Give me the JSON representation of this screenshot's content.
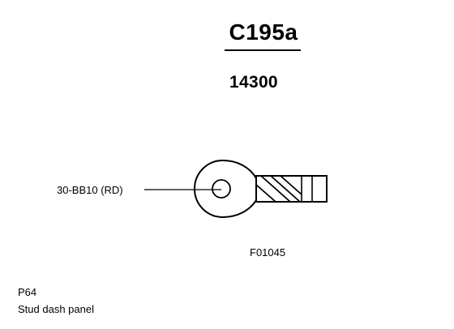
{
  "connector": {
    "id": "C195a",
    "part_number": "14300"
  },
  "wire": {
    "label": "30-BB10 (RD)"
  },
  "figure": {
    "code": "F01045"
  },
  "location": {
    "code": "P64",
    "description": "Stud dash panel"
  },
  "colors": {
    "ink": "#000000",
    "background": "#ffffff"
  }
}
